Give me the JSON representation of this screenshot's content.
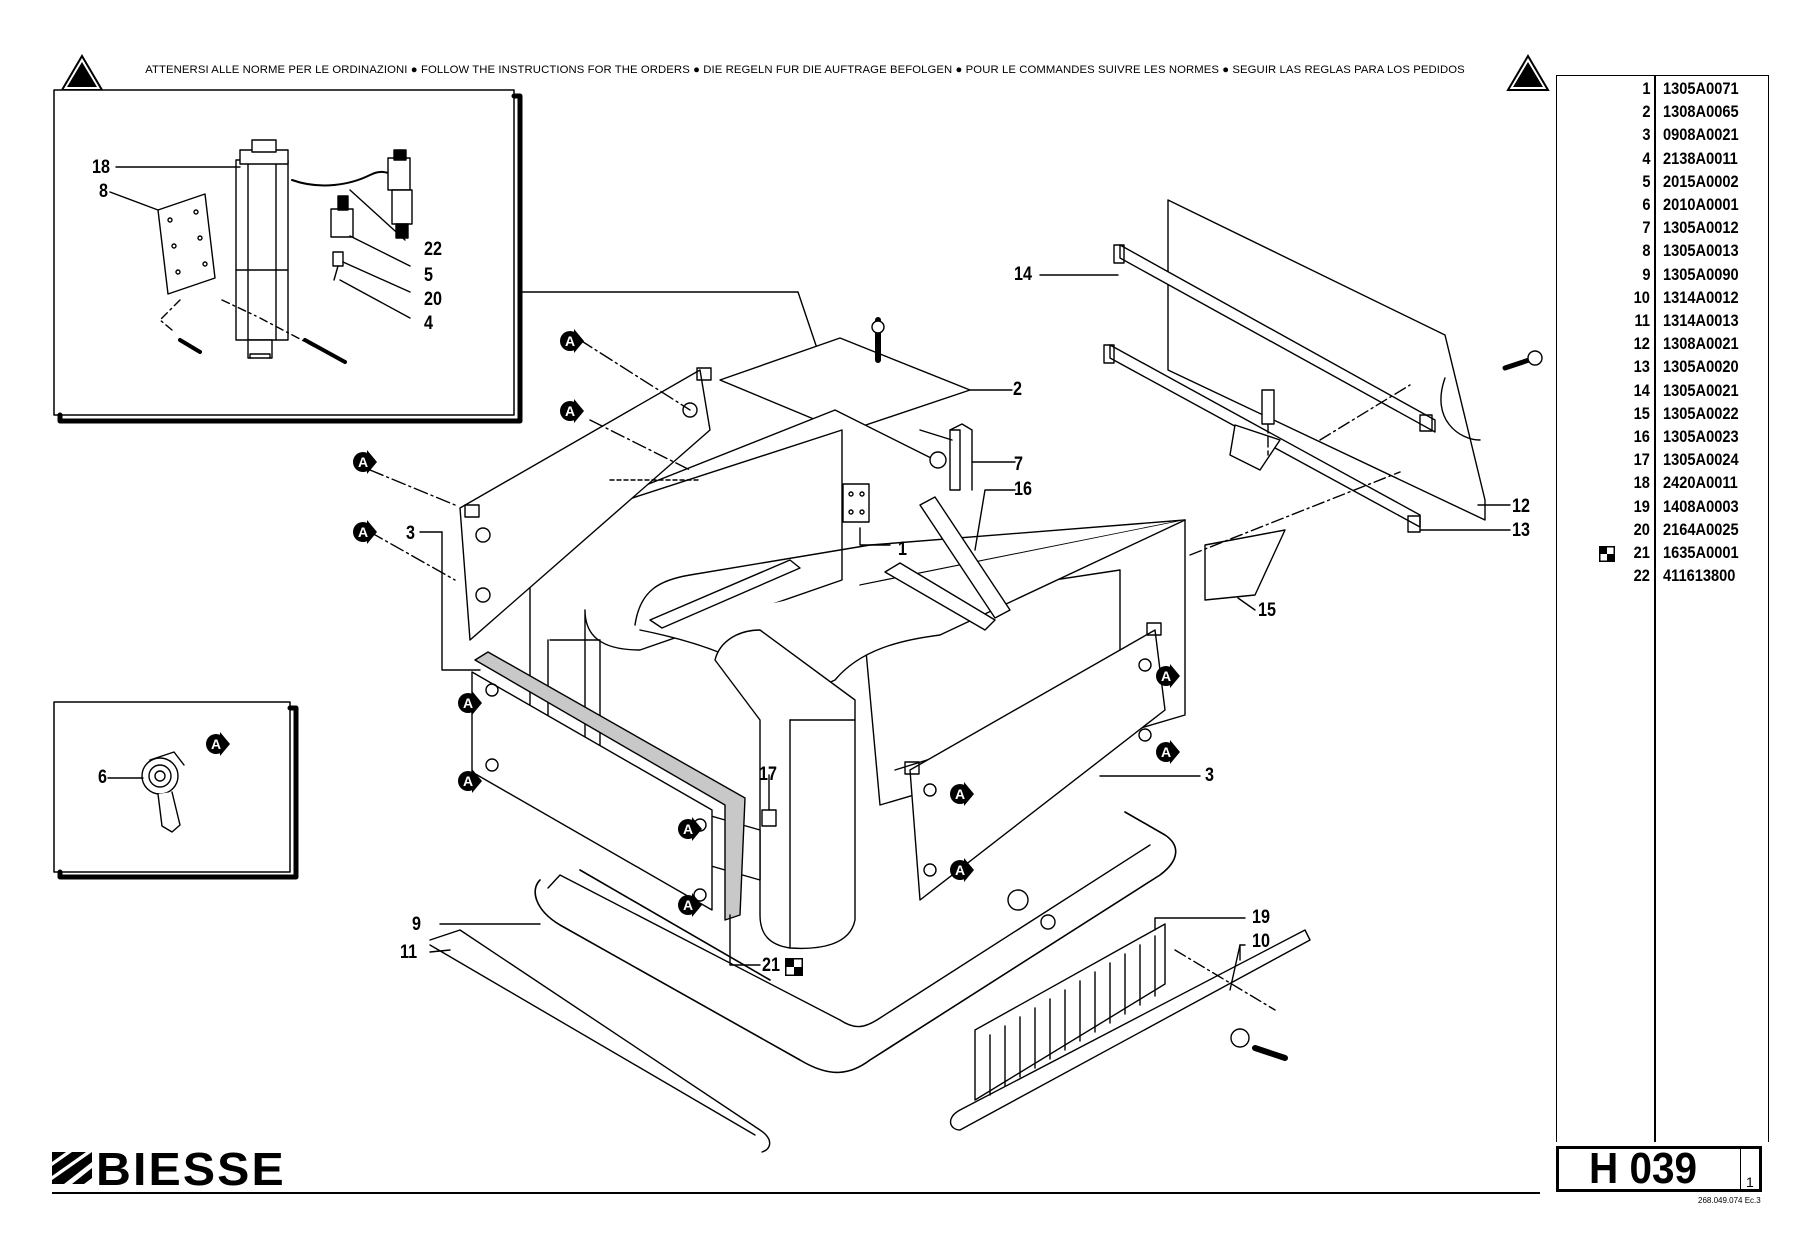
{
  "banner": {
    "text": "ATTENERSI ALLE NORME PER LE ORDINAZIONI  ●  FOLLOW THE INSTRUCTIONS FOR THE ORDERS ● DIE REGELN FUR DIE AUFTRAGE BEFOLGEN ● POUR LE COMMANDES SUIVRE LES NORMES ● SEGUIR LAS REGLAS PARA LOS PEDIDOS",
    "warning_icon": "warning-triangle-icon"
  },
  "parts": [
    {
      "num": "1",
      "code": "1305A0071"
    },
    {
      "num": "2",
      "code": "1308A0065"
    },
    {
      "num": "3",
      "code": "0908A0021"
    },
    {
      "num": "4",
      "code": "2138A0011"
    },
    {
      "num": "5",
      "code": "2015A0002"
    },
    {
      "num": "6",
      "code": "2010A0001"
    },
    {
      "num": "7",
      "code": "1305A0012"
    },
    {
      "num": "8",
      "code": "1305A0013"
    },
    {
      "num": "9",
      "code": "1305A0090"
    },
    {
      "num": "10",
      "code": "1314A0012"
    },
    {
      "num": "11",
      "code": "1314A0013"
    },
    {
      "num": "12",
      "code": "1308A0021"
    },
    {
      "num": "13",
      "code": "1305A0020"
    },
    {
      "num": "14",
      "code": "1305A0021"
    },
    {
      "num": "15",
      "code": "1305A0022"
    },
    {
      "num": "16",
      "code": "1305A0023"
    },
    {
      "num": "17",
      "code": "1305A0024"
    },
    {
      "num": "18",
      "code": "2420A0011"
    },
    {
      "num": "19",
      "code": "1408A0003"
    },
    {
      "num": "20",
      "code": "2164A0025"
    },
    {
      "num": "21",
      "code": "1635A0001",
      "marked": true
    },
    {
      "num": "22",
      "code": "411613800"
    }
  ],
  "callouts": {
    "c18": "18",
    "c8": "8",
    "c22": "22",
    "c5": "5",
    "c20": "20",
    "c4": "4",
    "c14": "14",
    "c2": "2",
    "c7": "7",
    "c16": "16",
    "c1": "1",
    "c3a": "3",
    "c12": "12",
    "c13": "13",
    "c15": "15",
    "c6": "6",
    "c17": "17",
    "c3b": "3",
    "c9": "9",
    "c11": "11",
    "c19": "19",
    "c10": "10",
    "c21": "21"
  },
  "marker_letter": "A",
  "page_code": {
    "label": "H 039",
    "sheet": "1"
  },
  "doc_ref": "268.049.074 Ec.3",
  "logo": {
    "text": "BIESSE"
  },
  "icons": {
    "special_part": "checker-icon",
    "marker": "a-marker-icon"
  }
}
